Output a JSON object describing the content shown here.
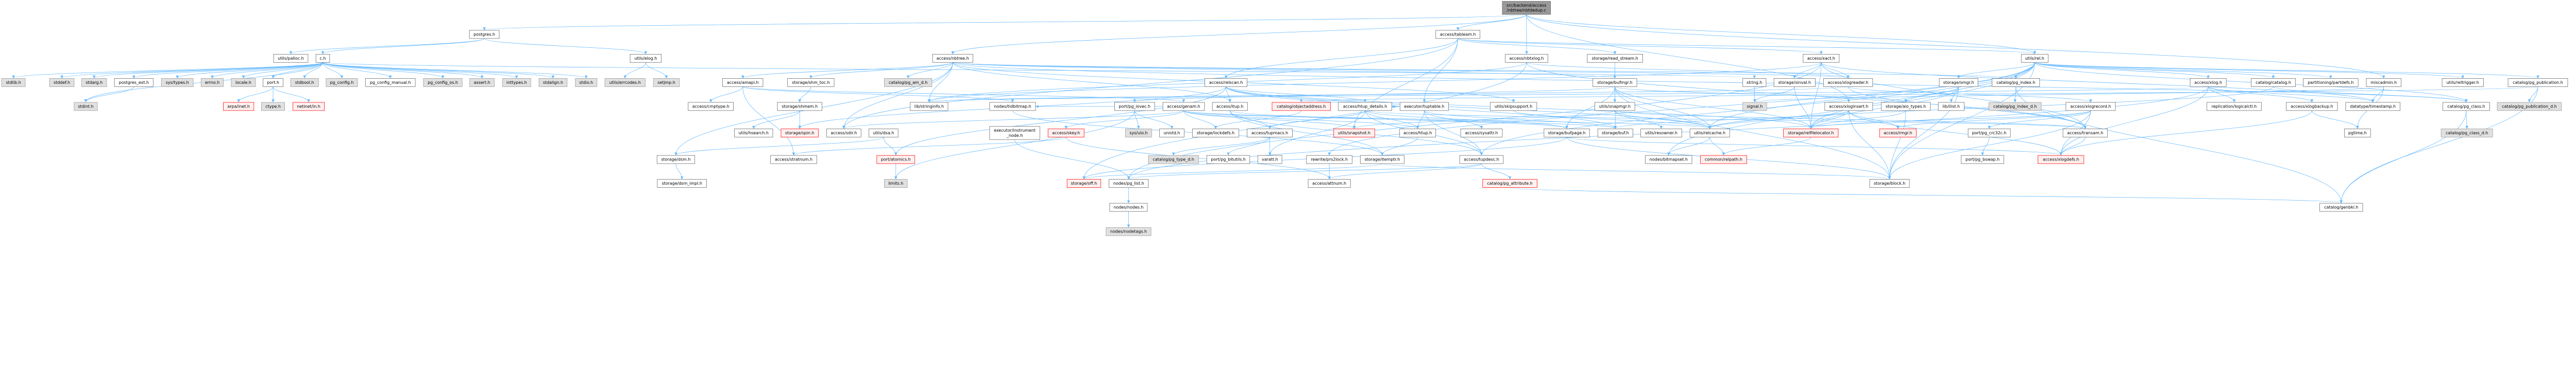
{
  "colors": {
    "edge": "#63b8ff",
    "node_border": "#666666",
    "system_header_fill": "#e0e0e0",
    "truncated_border": "#ff0000",
    "root_fill": "#999999"
  },
  "nodes": [
    {
      "lines": [
        "src/backend/access",
        "/nbtree/nbtdedup.c"
      ],
      "kind": "main"
    },
    {
      "lines": [
        "postgres.h"
      ],
      "kind": "white"
    },
    {
      "lines": [
        "access/tableam.h"
      ],
      "kind": "white"
    },
    {
      "lines": [
        "utils/palloc.h"
      ],
      "kind": "white"
    },
    {
      "lines": [
        "c.h"
      ],
      "kind": "white"
    },
    {
      "lines": [
        "utils/elog.h"
      ],
      "kind": "white"
    },
    {
      "lines": [
        "access/nbtree.h"
      ],
      "kind": "white"
    },
    {
      "lines": [
        "access/nbtxlog.h"
      ],
      "kind": "white"
    },
    {
      "lines": [
        "storage/read_stream.h"
      ],
      "kind": "white"
    },
    {
      "lines": [
        "access/xact.h"
      ],
      "kind": "white"
    },
    {
      "lines": [
        "utils/rel.h"
      ],
      "kind": "white"
    },
    {
      "lines": [
        "stdlib.h"
      ],
      "kind": "grey"
    },
    {
      "lines": [
        "stddef.h"
      ],
      "kind": "grey"
    },
    {
      "lines": [
        "stdarg.h"
      ],
      "kind": "grey"
    },
    {
      "lines": [
        "postgres_ext.h"
      ],
      "kind": "white"
    },
    {
      "lines": [
        "sys/types.h"
      ],
      "kind": "grey"
    },
    {
      "lines": [
        "errno.h"
      ],
      "kind": "grey"
    },
    {
      "lines": [
        "locale.h"
      ],
      "kind": "grey"
    },
    {
      "lines": [
        "port.h"
      ],
      "kind": "white"
    },
    {
      "lines": [
        "stdbool.h"
      ],
      "kind": "grey"
    },
    {
      "lines": [
        "pg_config.h"
      ],
      "kind": "grey"
    },
    {
      "lines": [
        "pg_config_manual.h"
      ],
      "kind": "white"
    },
    {
      "lines": [
        "pg_config_os.h"
      ],
      "kind": "grey"
    },
    {
      "lines": [
        "assert.h"
      ],
      "kind": "grey"
    },
    {
      "lines": [
        "inttypes.h"
      ],
      "kind": "grey"
    },
    {
      "lines": [
        "stdalign.h"
      ],
      "kind": "grey"
    },
    {
      "lines": [
        "stdio.h"
      ],
      "kind": "grey"
    },
    {
      "lines": [
        "utils/errcodes.h"
      ],
      "kind": "grey"
    },
    {
      "lines": [
        "setjmp.h"
      ],
      "kind": "grey"
    },
    {
      "lines": [
        "access/amapi.h"
      ],
      "kind": "white"
    },
    {
      "lines": [
        "storage/shm_toc.h"
      ],
      "kind": "white"
    },
    {
      "lines": [
        "catalog/pg_am_d.h"
      ],
      "kind": "grey"
    },
    {
      "lines": [
        "access/relscan.h"
      ],
      "kind": "white"
    },
    {
      "lines": [
        "storage/bufmgr.h"
      ],
      "kind": "white"
    },
    {
      "lines": [
        "string.h"
      ],
      "kind": "white"
    },
    {
      "lines": [
        "storage/sinval.h"
      ],
      "kind": "white"
    },
    {
      "lines": [
        "access/xlogreader.h"
      ],
      "kind": "white"
    },
    {
      "lines": [
        "storage/smgr.h"
      ],
      "kind": "white"
    },
    {
      "lines": [
        "catalog/pg_index.h"
      ],
      "kind": "white"
    },
    {
      "lines": [
        "access/xlog.h"
      ],
      "kind": "white"
    },
    {
      "lines": [
        "catalog/catalog.h"
      ],
      "kind": "white"
    },
    {
      "lines": [
        "partitioning/partdefs.h"
      ],
      "kind": "white"
    },
    {
      "lines": [
        "miscadmin.h"
      ],
      "kind": "white"
    },
    {
      "lines": [
        "utils/reltrigger.h"
      ],
      "kind": "white"
    },
    {
      "lines": [
        "catalog/pg_publication.h"
      ],
      "kind": "white"
    },
    {
      "lines": [
        "stdint.h"
      ],
      "kind": "grey"
    },
    {
      "lines": [
        "arpa/inet.h"
      ],
      "kind": "red"
    },
    {
      "lines": [
        "ctype.h"
      ],
      "kind": "grey"
    },
    {
      "lines": [
        "netinet/in.h"
      ],
      "kind": "red"
    },
    {
      "lines": [
        "access/cmptype.h"
      ],
      "kind": "white"
    },
    {
      "lines": [
        "storage/shmem.h"
      ],
      "kind": "white"
    },
    {
      "lines": [
        "lib/stringinfo.h"
      ],
      "kind": "white"
    },
    {
      "lines": [
        "nodes/tidbitmap.h"
      ],
      "kind": "white"
    },
    {
      "lines": [
        "port/pg_iovec.h"
      ],
      "kind": "white"
    },
    {
      "lines": [
        "access/genam.h"
      ],
      "kind": "white"
    },
    {
      "lines": [
        "access/itup.h"
      ],
      "kind": "white"
    },
    {
      "lines": [
        "catalog/objectaddress.h"
      ],
      "kind": "red"
    },
    {
      "lines": [
        "access/htup_details.h"
      ],
      "kind": "white"
    },
    {
      "lines": [
        "executor/tuptable.h"
      ],
      "kind": "white"
    },
    {
      "lines": [
        "utils/skipsupport.h"
      ],
      "kind": "white"
    },
    {
      "lines": [
        "utils/snapmgr.h"
      ],
      "kind": "white"
    },
    {
      "lines": [
        "signal.h"
      ],
      "kind": "grey"
    },
    {
      "lines": [
        "access/xloginsert.h"
      ],
      "kind": "white"
    },
    {
      "lines": [
        "storage/aio_types.h"
      ],
      "kind": "white"
    },
    {
      "lines": [
        "lib/ilist.h"
      ],
      "kind": "white"
    },
    {
      "lines": [
        "catalog/pg_index_d.h"
      ],
      "kind": "grey"
    },
    {
      "lines": [
        "access/xlogrecord.h"
      ],
      "kind": "white"
    },
    {
      "lines": [
        "replication/logicalctl.h"
      ],
      "kind": "white"
    },
    {
      "lines": [
        "access/xlogbackup.h"
      ],
      "kind": "white"
    },
    {
      "lines": [
        "datatype/timestamp.h"
      ],
      "kind": "white"
    },
    {
      "lines": [
        "catalog/pg_class.h"
      ],
      "kind": "white"
    },
    {
      "lines": [
        "catalog/pg_publication_d.h"
      ],
      "kind": "grey"
    },
    {
      "lines": [
        "utils/hsearch.h"
      ],
      "kind": "white"
    },
    {
      "lines": [
        "storage/spin.h"
      ],
      "kind": "red"
    },
    {
      "lines": [
        "access/sdir.h"
      ],
      "kind": "white"
    },
    {
      "lines": [
        "utils/dsa.h"
      ],
      "kind": "white"
    },
    {
      "lines": [
        "executor/instrument",
        "_node.h"
      ],
      "kind": "white"
    },
    {
      "lines": [
        "access/skey.h"
      ],
      "kind": "red"
    },
    {
      "lines": [
        "sys/uio.h"
      ],
      "kind": "grey"
    },
    {
      "lines": [
        "unistd.h"
      ],
      "kind": "white"
    },
    {
      "lines": [
        "storage/lockdefs.h"
      ],
      "kind": "white"
    },
    {
      "lines": [
        "access/tupmacs.h"
      ],
      "kind": "white"
    },
    {
      "lines": [
        "utils/snapshot.h"
      ],
      "kind": "red"
    },
    {
      "lines": [
        "access/htup.h"
      ],
      "kind": "white"
    },
    {
      "lines": [
        "access/sysattr.h"
      ],
      "kind": "white"
    },
    {
      "lines": [
        "storage/bufpage.h"
      ],
      "kind": "white"
    },
    {
      "lines": [
        "storage/buf.h"
      ],
      "kind": "white"
    },
    {
      "lines": [
        "utils/resowner.h"
      ],
      "kind": "white"
    },
    {
      "lines": [
        "utils/relcache.h"
      ],
      "kind": "white"
    },
    {
      "lines": [
        "storage/relfilelocator.h"
      ],
      "kind": "red"
    },
    {
      "lines": [
        "access/rmgr.h"
      ],
      "kind": "red"
    },
    {
      "lines": [
        "port/pg_crc32c.h"
      ],
      "kind": "white"
    },
    {
      "lines": [
        "access/transam.h"
      ],
      "kind": "white"
    },
    {
      "lines": [
        "pgtime.h"
      ],
      "kind": "white"
    },
    {
      "lines": [
        "catalog/pg_class_d.h"
      ],
      "kind": "grey"
    },
    {
      "lines": [
        "storage/dsm.h"
      ],
      "kind": "white"
    },
    {
      "lines": [
        "access/stratnum.h"
      ],
      "kind": "white"
    },
    {
      "lines": [
        "port/atomics.h"
      ],
      "kind": "red"
    },
    {
      "lines": [
        "catalog/pg_type_d.h"
      ],
      "kind": "grey"
    },
    {
      "lines": [
        "port/pg_bitutils.h"
      ],
      "kind": "white"
    },
    {
      "lines": [
        "varatt.h"
      ],
      "kind": "white"
    },
    {
      "lines": [
        "rewrite/prs2lock.h"
      ],
      "kind": "white"
    },
    {
      "lines": [
        "storage/itemptr.h"
      ],
      "kind": "white"
    },
    {
      "lines": [
        "access/tupdesc.h"
      ],
      "kind": "white"
    },
    {
      "lines": [
        "nodes/bitmapset.h"
      ],
      "kind": "white"
    },
    {
      "lines": [
        "common/relpath.h"
      ],
      "kind": "red"
    },
    {
      "lines": [
        "port/pg_bswap.h"
      ],
      "kind": "white"
    },
    {
      "lines": [
        "access/xlogdefs.h"
      ],
      "kind": "red"
    },
    {
      "lines": [
        "storage/dsm_impl.h"
      ],
      "kind": "white"
    },
    {
      "lines": [
        "limits.h"
      ],
      "kind": "grey"
    },
    {
      "lines": [
        "storage/off.h"
      ],
      "kind": "red"
    },
    {
      "lines": [
        "nodes/pg_list.h"
      ],
      "kind": "white"
    },
    {
      "lines": [
        "access/attnum.h"
      ],
      "kind": "white"
    },
    {
      "lines": [
        "catalog/pg_attribute.h"
      ],
      "kind": "red"
    },
    {
      "lines": [
        "storage/block.h"
      ],
      "kind": "white"
    },
    {
      "lines": [
        "nodes/nodes.h"
      ],
      "kind": "white"
    },
    {
      "lines": [
        "catalog/genbki.h"
      ],
      "kind": "white"
    },
    {
      "lines": [
        "nodes/nodetags.h"
      ],
      "kind": "grey"
    }
  ],
  "edges": [
    [
      0,
      1
    ],
    [
      0,
      6
    ],
    [
      0,
      7
    ],
    [
      0,
      2
    ],
    [
      0,
      62
    ],
    [
      0,
      42
    ],
    [
      0,
      10
    ],
    [
      1,
      4
    ],
    [
      1,
      5
    ],
    [
      1,
      3
    ],
    [
      4,
      20
    ],
    [
      4,
      21
    ],
    [
      4,
      22
    ],
    [
      4,
      26
    ],
    [
      4,
      11
    ],
    [
      4,
      34
    ],
    [
      4,
      12
    ],
    [
      4,
      13
    ],
    [
      4,
      45
    ],
    [
      4,
      15
    ],
    [
      4,
      16
    ],
    [
      4,
      17
    ],
    [
      4,
      19
    ],
    [
      4,
      23
    ],
    [
      4,
      24
    ],
    [
      4,
      25
    ],
    [
      4,
      14
    ],
    [
      4,
      18
    ],
    [
      14,
      45
    ],
    [
      18,
      46
    ],
    [
      18,
      47
    ],
    [
      18,
      48
    ],
    [
      5,
      27
    ],
    [
      5,
      28
    ],
    [
      6,
      29
    ],
    [
      6,
      55
    ],
    [
      6,
      74
    ],
    [
      6,
      36
    ],
    [
      6,
      31
    ],
    [
      6,
      70
    ],
    [
      6,
      38
    ],
    [
      6,
      51
    ],
    [
      6,
      33
    ],
    [
      6,
      95
    ],
    [
      6,
      30
    ],
    [
      6,
      59
    ],
    [
      29,
      49
    ],
    [
      29,
      54
    ],
    [
      29,
      96
    ],
    [
      29,
      52
    ],
    [
      30,
      50
    ],
    [
      50,
      72
    ],
    [
      50,
      73
    ],
    [
      95,
      108
    ],
    [
      75,
      97
    ],
    [
      75,
      95
    ],
    [
      97,
      109
    ],
    [
      2,
      32
    ],
    [
      2,
      74
    ],
    [
      2,
      9
    ],
    [
      2,
      58
    ],
    [
      2,
      8
    ],
    [
      2,
      10
    ],
    [
      2,
      82
    ],
    [
      32,
      57
    ],
    [
      32,
      55
    ],
    [
      32,
      97
    ],
    [
      32,
      86
    ],
    [
      32,
      89
    ],
    [
      32,
      73
    ],
    [
      32,
      88
    ],
    [
      54,
      83
    ],
    [
      54,
      74
    ],
    [
      54,
      77
    ],
    [
      54,
      52
    ],
    [
      54,
      86
    ],
    [
      54,
      80
    ],
    [
      54,
      88
    ],
    [
      54,
      82
    ],
    [
      55,
      103
    ],
    [
      55,
      81
    ],
    [
      55,
      85
    ],
    [
      55,
      102
    ],
    [
      81,
      98
    ],
    [
      81,
      99
    ],
    [
      81,
      100
    ],
    [
      53,
      78
    ],
    [
      53,
      79
    ],
    [
      53,
      109
    ],
    [
      77,
      112
    ],
    [
      77,
      96
    ],
    [
      111,
      115
    ],
    [
      115,
      117
    ],
    [
      58,
      83
    ],
    [
      58,
      57
    ],
    [
      58,
      84
    ],
    [
      58,
      103
    ],
    [
      58,
      86
    ],
    [
      57,
      83
    ],
    [
      57,
      92
    ],
    [
      57,
      103
    ],
    [
      57,
      81
    ],
    [
      57,
      85
    ],
    [
      57,
      100
    ],
    [
      83,
      102
    ],
    [
      102,
      114
    ],
    [
      102,
      110
    ],
    [
      103,
      112
    ],
    [
      103,
      113
    ],
    [
      103,
      111
    ],
    [
      101,
      112
    ],
    [
      113,
      116
    ],
    [
      8,
      33
    ],
    [
      33,
      53
    ],
    [
      33,
      63
    ],
    [
      33,
      114
    ],
    [
      33,
      86
    ],
    [
      33,
      85
    ],
    [
      33,
      89
    ],
    [
      33,
      88
    ],
    [
      33,
      60
    ],
    [
      60,
      92
    ],
    [
      60,
      88
    ],
    [
      60,
      87
    ],
    [
      60,
      82
    ],
    [
      85,
      107
    ],
    [
      85,
      114
    ],
    [
      85,
      110
    ],
    [
      88,
      105
    ],
    [
      88,
      104
    ],
    [
      89,
      105
    ],
    [
      9,
      92
    ],
    [
      9,
      36
    ],
    [
      9,
      69
    ],
    [
      9,
      51
    ],
    [
      9,
      111
    ],
    [
      9,
      89
    ],
    [
      9,
      35
    ],
    [
      35,
      61
    ],
    [
      35,
      89
    ],
    [
      34,
      61
    ],
    [
      36,
      92
    ],
    [
      36,
      66
    ],
    [
      36,
      51
    ],
    [
      62,
      90
    ],
    [
      62,
      107
    ],
    [
      62,
      114
    ],
    [
      62,
      86
    ],
    [
      62,
      89
    ],
    [
      62,
      88
    ],
    [
      63,
      114
    ],
    [
      63,
      89
    ],
    [
      37,
      64
    ],
    [
      37,
      63
    ],
    [
      37,
      114
    ],
    [
      37,
      89
    ],
    [
      10,
      103
    ],
    [
      10,
      39
    ],
    [
      10,
      40
    ],
    [
      10,
      70
    ],
    [
      10,
      38
    ],
    [
      10,
      44
    ],
    [
      10,
      104
    ],
    [
      10,
      41
    ],
    [
      10,
      101
    ],
    [
      10,
      114
    ],
    [
      10,
      89
    ],
    [
      10,
      37
    ],
    [
      10,
      88
    ],
    [
      10,
      43
    ],
    [
      38,
      116
    ],
    [
      38,
      65
    ],
    [
      66,
      90
    ],
    [
      66,
      107
    ],
    [
      66,
      91
    ],
    [
      66,
      114
    ],
    [
      66,
      89
    ],
    [
      91,
      106
    ],
    [
      92,
      107
    ],
    [
      39,
      68
    ],
    [
      39,
      107
    ],
    [
      39,
      69
    ],
    [
      39,
      51
    ],
    [
      39,
      111
    ],
    [
      39,
      67
    ],
    [
      68,
      107
    ],
    [
      68,
      93
    ],
    [
      40,
      70
    ],
    [
      40,
      88
    ],
    [
      42,
      69
    ],
    [
      42,
      93
    ],
    [
      42,
      61
    ],
    [
      70,
      116
    ],
    [
      70,
      94
    ],
    [
      44,
      116
    ],
    [
      44,
      56
    ],
    [
      44,
      71
    ],
    [
      7,
      92
    ],
    [
      7,
      36
    ],
    [
      7,
      51
    ],
    [
      7,
      110
    ],
    [
      56,
      80
    ],
    [
      59,
      88
    ],
    [
      52,
      102
    ],
    [
      76,
      111
    ]
  ]
}
